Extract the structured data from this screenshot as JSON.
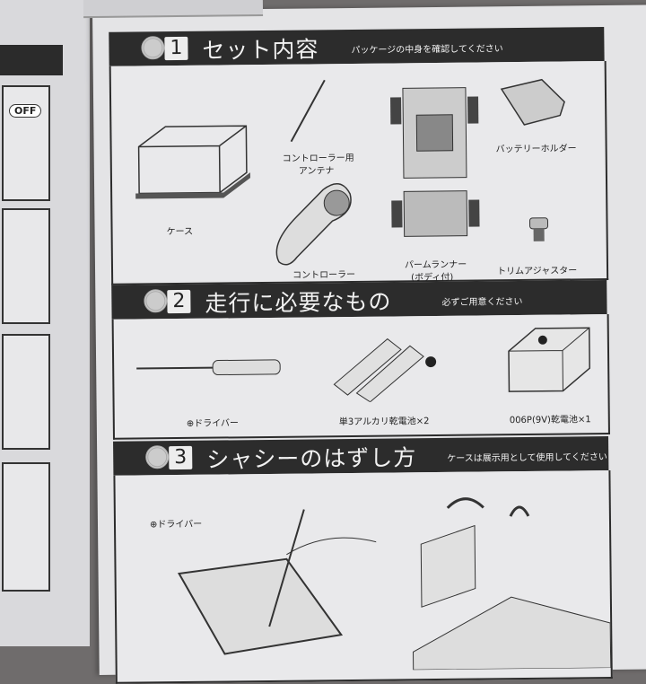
{
  "left_page": {
    "switch_label": "OFF"
  },
  "sections": [
    {
      "number": "1",
      "title": "セット内容",
      "subtitle": "パッケージの中身を確認してください",
      "items": [
        {
          "label": "ケース",
          "icon": "display-case"
        },
        {
          "label": "コントローラー用",
          "label2": "アンテナ",
          "icon": "antenna"
        },
        {
          "label": "パームランナー",
          "label2": "(ボディ付)",
          "icon": "chassis"
        },
        {
          "label": "バッテリーホルダー",
          "icon": "battery-holder"
        },
        {
          "label": "コントローラー",
          "icon": "controller"
        },
        {
          "label": "トリムアジャスター",
          "icon": "trim-adjuster"
        }
      ]
    },
    {
      "number": "2",
      "title": "走行に必要なもの",
      "subtitle": "必ずご用意ください",
      "items": [
        {
          "label": "⊕ドライバー",
          "icon": "screwdriver"
        },
        {
          "label": "単3アルカリ乾電池×2",
          "icon": "aa-batteries"
        },
        {
          "label": "006P(9V)乾電池×1",
          "icon": "9v-battery"
        }
      ]
    },
    {
      "number": "3",
      "title": "シャシーのはずし方",
      "subtitle": "ケースは展示用として使用してください",
      "items": [
        {
          "label": "⊕ドライバー",
          "icon": "screwdriver-in-case"
        }
      ]
    }
  ]
}
